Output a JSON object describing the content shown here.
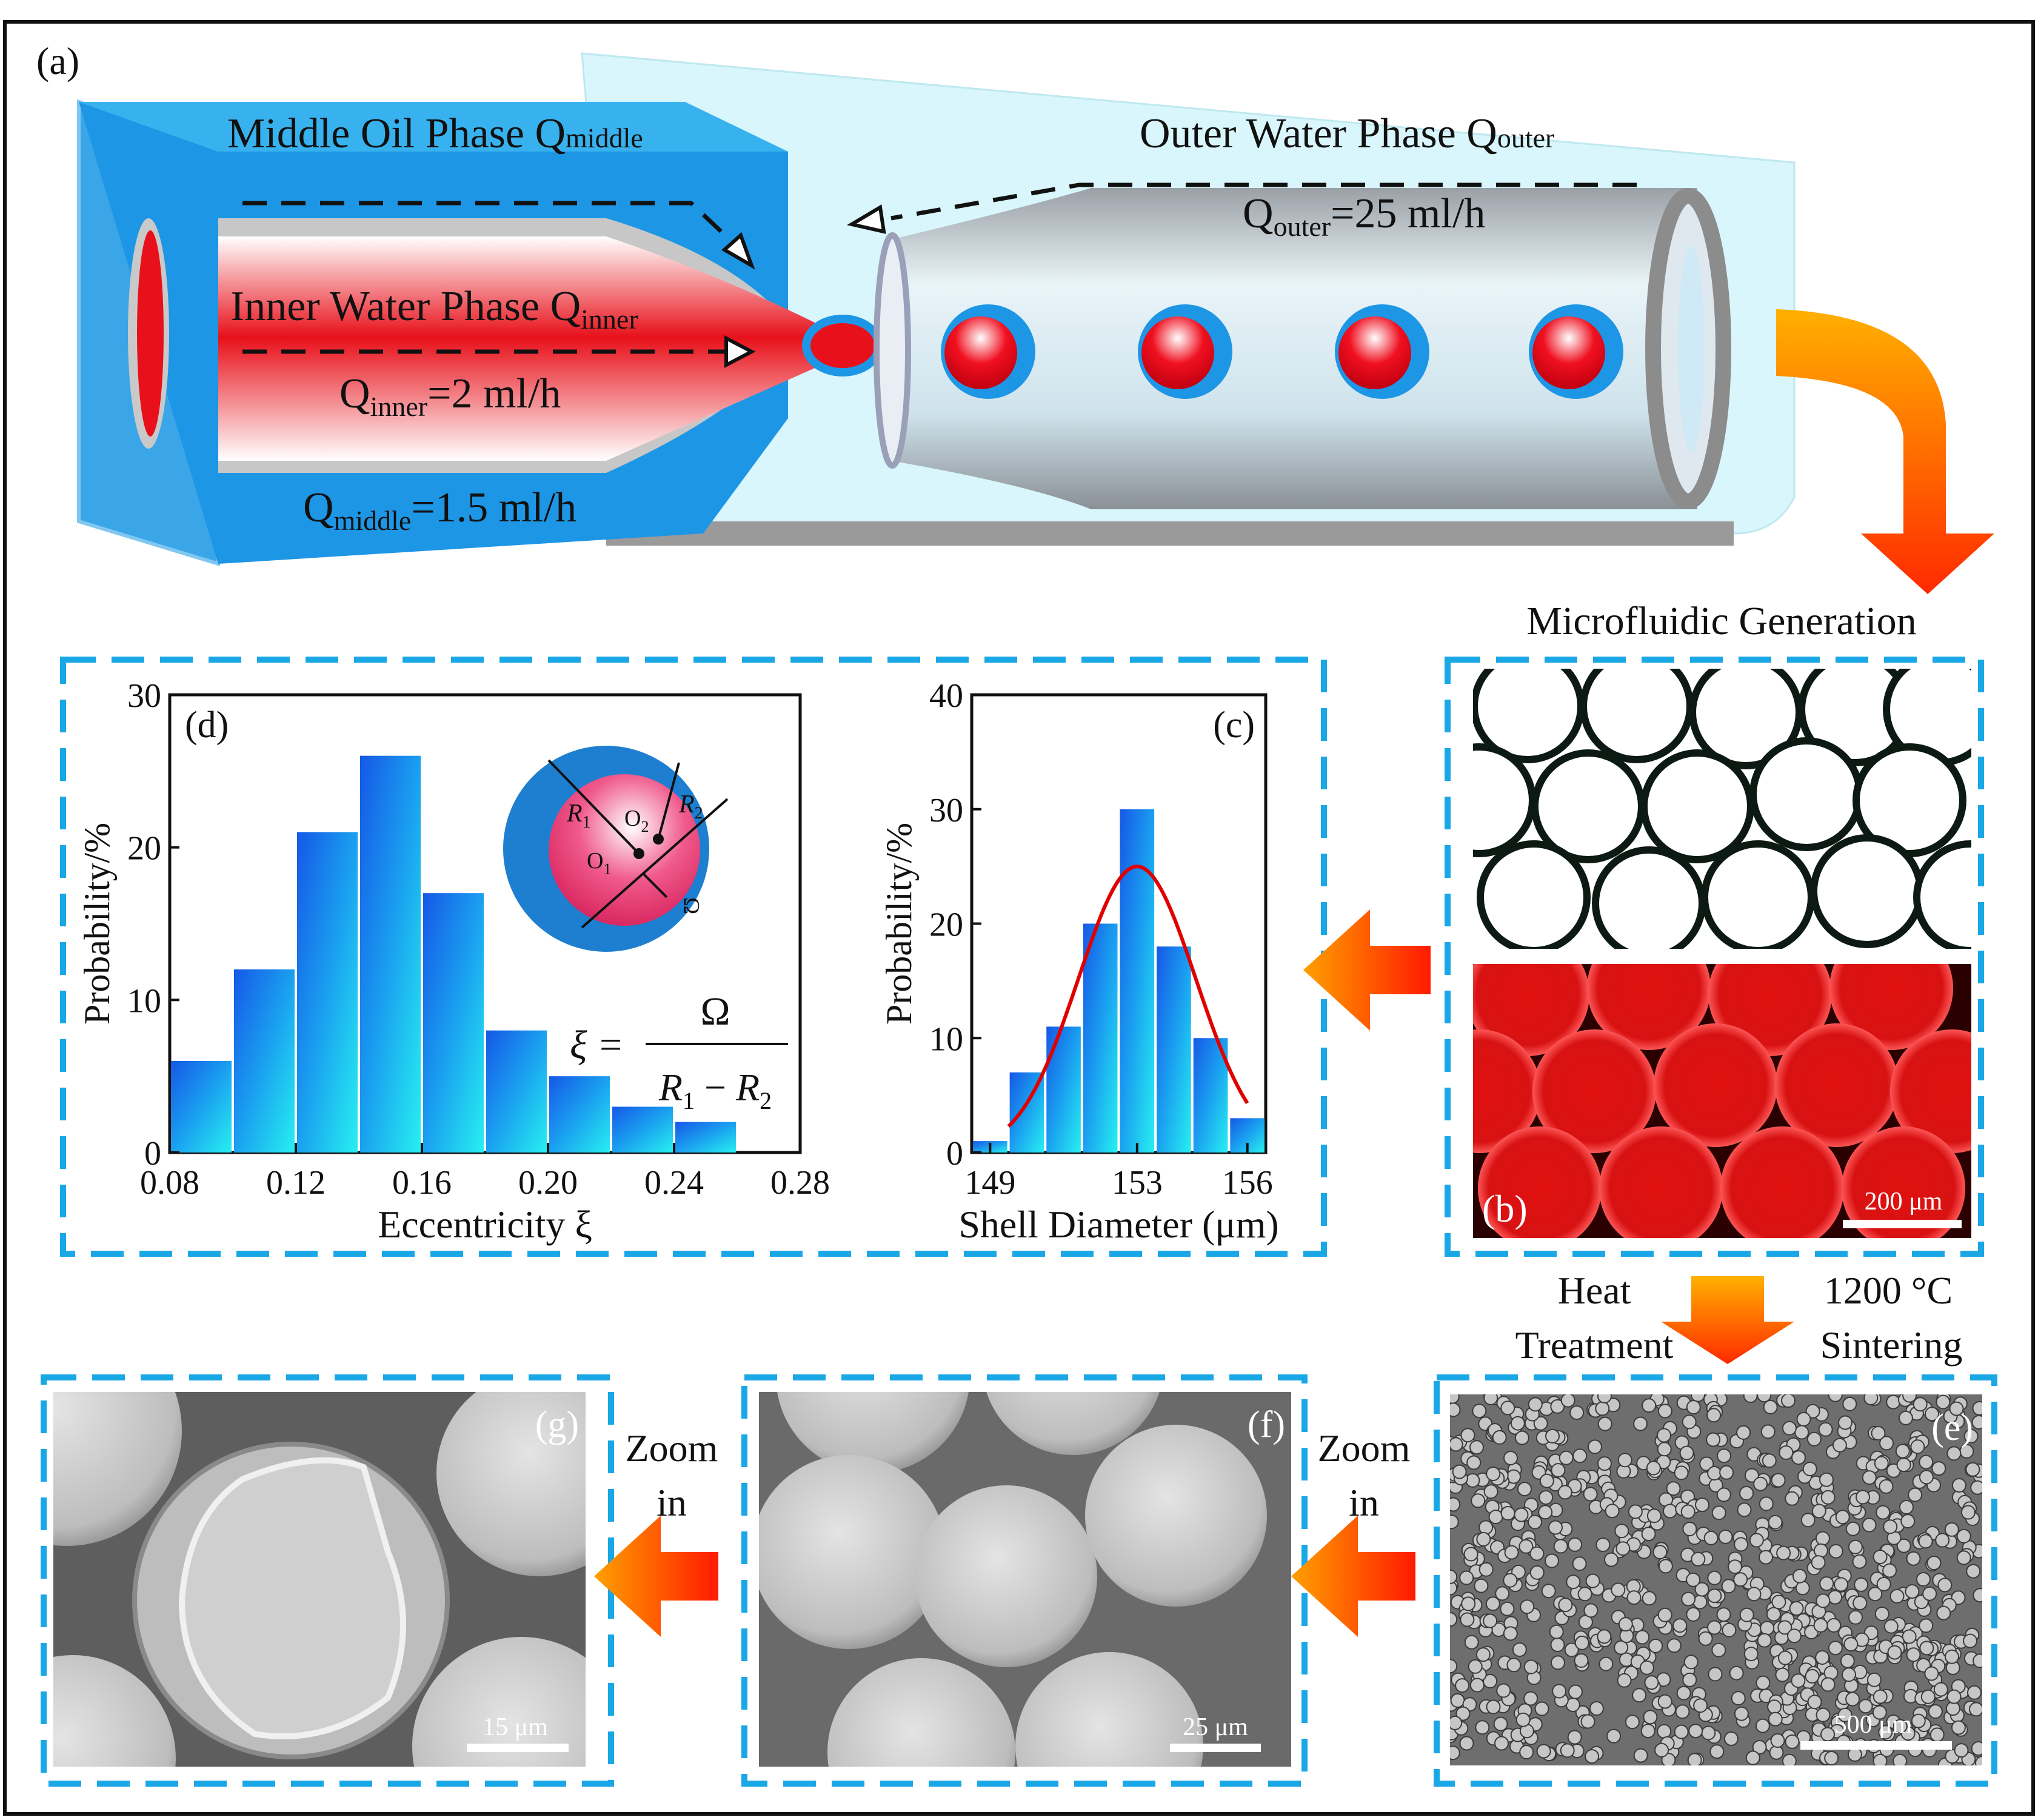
{
  "panel_a": {
    "label": "(a)",
    "middle_phase": "Middle Oil Phase Q",
    "middle_sub": "middle",
    "outer_phase": "Outer Water Phase Q",
    "outer_sub": "outer",
    "inner_phase": "Inner Water Phase Q",
    "inner_sub": "inner",
    "q_inner_prefix": "Q",
    "q_inner_sub": "inner",
    "q_inner_value": "=2 ml/h",
    "q_middle_prefix": "Q",
    "q_middle_sub": "middle",
    "q_middle_value": "=1.5 ml/h",
    "q_outer_prefix": "Q",
    "q_outer_sub": "outer",
    "q_outer_value": "=25 ml/h"
  },
  "flow": {
    "microfluidic_generation": "Microfluidic Generation",
    "heat": "Heat",
    "treatment": "Treatment",
    "temp": "1200 °C",
    "sintering": "Sintering",
    "zoom": "Zoom",
    "in": "in",
    "zoom2": "Zoom",
    "in2": "in"
  },
  "panel_b": {
    "label": "(b)",
    "scale": "200 μm"
  },
  "panel_e": {
    "label": "(e)",
    "scale": "500 μm"
  },
  "panel_f": {
    "label": "(f)",
    "scale": "25 μm"
  },
  "panel_g": {
    "label": "(g)",
    "scale": "15 μm"
  },
  "inset": {
    "r1": "R",
    "r1_sub": "1",
    "r2": "R",
    "r2_sub": "2",
    "o1": "O",
    "o1_sub": "1",
    "o2": "O",
    "o2_sub": "2",
    "omega": "Ω",
    "formula_lhs": "ξ =",
    "formula_num": "Ω",
    "formula_den_a": "R",
    "formula_den_a_sub": "1",
    "formula_den_op": " − ",
    "formula_den_b": "R",
    "formula_den_b_sub": "2"
  },
  "colors": {
    "accent_blue": "#1aa7e6",
    "oil_blue": "#1e90e0",
    "inner_red": "#e8101a",
    "orange_arrow": "#ff6a00",
    "fit_red": "#e00000"
  },
  "chart_data": [
    {
      "type": "bar",
      "panel_label": "(d)",
      "xlabel": "Eccentricity  ξ",
      "ylabel": "Probability/%",
      "x_left_edges": [
        0.08,
        0.1,
        0.12,
        0.14,
        0.16,
        0.18,
        0.2,
        0.22,
        0.24
      ],
      "bin_width": 0.02,
      "values": [
        6,
        12,
        21,
        26,
        17,
        8,
        5,
        3,
        2
      ],
      "xlim": [
        0.08,
        0.28
      ],
      "ylim": [
        0,
        30
      ],
      "xticks": [
        "0.08",
        "0.12",
        "0.16",
        "0.20",
        "0.24",
        "0.28"
      ],
      "xtick_values": [
        0.08,
        0.12,
        0.16,
        0.2,
        0.24,
        0.28
      ],
      "yticks": [
        "0",
        "10",
        "20",
        "30"
      ],
      "ytick_values": [
        0,
        10,
        20,
        30
      ],
      "grid": false
    },
    {
      "type": "bar",
      "panel_label": "(c)",
      "xlabel": "Shell Diameter (μm)",
      "ylabel": "Probability/%",
      "x_left_edges": [
        149,
        150,
        151,
        152,
        153,
        154,
        155,
        156
      ],
      "bin_width": 1,
      "values": [
        1,
        7,
        11,
        20,
        30,
        18,
        10,
        3
      ],
      "xlim": [
        149,
        157
      ],
      "ylim": [
        0,
        40
      ],
      "xticks": [
        "149",
        "153",
        "156"
      ],
      "xtick_values": [
        149.5,
        153.5,
        156.5
      ],
      "yticks": [
        "0",
        "10",
        "20",
        "30",
        "40"
      ],
      "ytick_values": [
        0,
        10,
        20,
        30,
        40
      ],
      "fit": {
        "type": "gaussian",
        "peak": 25,
        "center": 153.5,
        "sigma": 1.6,
        "from": 150,
        "to": 156.5
      },
      "grid": false
    }
  ]
}
